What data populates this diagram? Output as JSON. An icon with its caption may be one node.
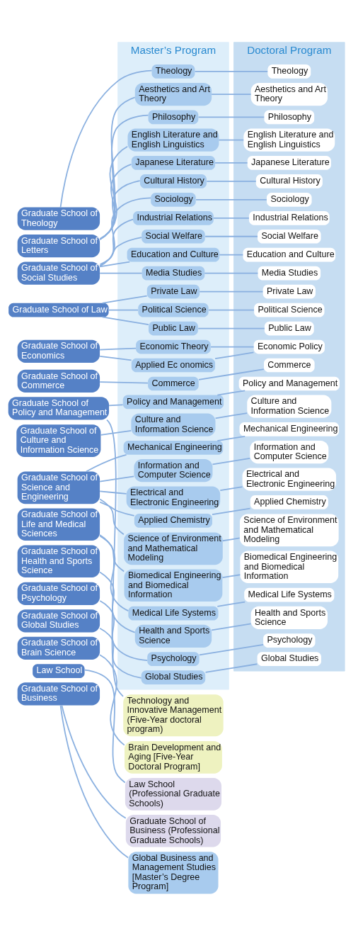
{
  "diagram": {
    "nodes": [
      {
        "text": [
          "Master’s Program"
        ]
      },
      {
        "text": [
          "Doctoral Program"
        ]
      },
      {
        "text": [
          "Graduate School of Theology"
        ]
      },
      {
        "text": [
          "Theology"
        ],
        "in": 0
      },
      {
        "text": [
          "Theology"
        ],
        "in": 1
      },
      {
        "text": [
          "Graduate School of Letters"
        ]
      },
      {
        "text": [
          "Philosophy"
        ],
        "in": 0
      },
      {
        "text": [
          "Philosophy"
        ],
        "in": 1
      },
      {
        "text": [
          "English Literature and English Linguistics"
        ],
        "in": 0
      },
      {
        "text": [
          "English Literature and English Linguistics"
        ],
        "in": 1
      },
      {
        "text": [
          "Cultural History"
        ],
        "in": 0
      },
      {
        "text": [
          "Cultural History"
        ],
        "in": 1
      },
      {
        "text": [
          "Japanese Literature"
        ],
        "in": 0
      },
      {
        "text": [
          "Japanese Literature"
        ],
        "in": 1
      },
      {
        "text": [
          "Aesthetics and Art Theory"
        ],
        "in": 0
      },
      {
        "text": [
          "Aesthetics and Art Theory"
        ],
        "in": 1
      },
      {
        "text": [
          "Graduate School of Social Studies"
        ]
      },
      {
        "text": [
          "Social Welfare"
        ],
        "in": 0
      },
      {
        "text": [
          "Social Welfare"
        ],
        "in": 1
      },
      {
        "text": [
          "Media Studies"
        ],
        "in": 0
      },
      {
        "text": [
          "Media Studies"
        ],
        "in": 1
      },
      {
        "text": [
          "Education and Culture"
        ],
        "in": 0
      },
      {
        "text": [
          "Education and Culture"
        ],
        "in": 1
      },
      {
        "text": [
          "Sociology"
        ],
        "in": 0
      },
      {
        "text": [
          "Sociology"
        ],
        "in": 1
      },
      {
        "text": [
          "Industrial Relations"
        ],
        "in": 0
      },
      {
        "text": [
          "Industrial Relations"
        ],
        "in": 1
      },
      {
        "text": [
          "Graduate School of Law"
        ]
      },
      {
        "text": [
          "Political Science"
        ],
        "in": 0
      },
      {
        "text": [
          "Political Science"
        ],
        "in": 1
      },
      {
        "text": [
          "Private Law"
        ],
        "in": 0
      },
      {
        "text": [
          "Private Law"
        ],
        "in": 1
      },
      {
        "text": [
          "Public Law"
        ],
        "in": 0
      },
      {
        "text": [
          "Public Law"
        ],
        "in": 1
      },
      {
        "text": [
          "Graduate School of Economics"
        ]
      },
      {
        "text": [
          "Economic Theory"
        ],
        "in": 0
      },
      {
        "text": [
          "Economic Policy"
        ],
        "in": 1
      },
      {
        "text": [
          "Applied Ec onomics"
        ],
        "in": 0
      },
      {
        "text": [
          "Graduate School of Commerce"
        ]
      },
      {
        "text": [
          "Commerce"
        ],
        "in": 0
      },
      {
        "text": [
          "Commerce"
        ],
        "in": 1
      },
      {
        "text": [
          "Graduate School of Policy and Management"
        ]
      },
      {
        "text": [
          "Policy and Management"
        ],
        "in": 0
      },
      {
        "text": [
          "Policy and Management"
        ],
        "in": 1
      },
      {
        "text": [
          "Technology and Innovative Management (Five-Year doctoral program)"
        ]
      },
      {
        "text": [
          "Graduate School of Culture and Information Science"
        ]
      },
      {
        "text": [
          "Culture and Information Science"
        ],
        "in": 0
      },
      {
        "text": [
          "Culture and Information Science"
        ],
        "in": 1
      },
      {
        "text": [
          "Graduate School of Science and Engineering"
        ]
      },
      {
        "text": [
          "Information and Computer Science"
        ],
        "in": 0
      },
      {
        "text": [
          "Information and Computer Science"
        ],
        "in": 1
      },
      {
        "text": [
          "Electrical and Electronic Engineering"
        ],
        "in": 0
      },
      {
        "text": [
          "Electrical and Electronic Engineering"
        ],
        "in": 1
      },
      {
        "text": [
          "Mechanical Engineering"
        ],
        "in": 0
      },
      {
        "text": [
          "Mechanical Engineering"
        ],
        "in": 1
      },
      {
        "text": [
          "Applied Chemistry"
        ],
        "in": 0
      },
      {
        "text": [
          "Applied Chemistry"
        ],
        "in": 1
      },
      {
        "text": [
          "Science of Environment and Mathematical Modeling"
        ],
        "in": 0
      },
      {
        "text": [
          "Science of Environment and Mathematical Modeling"
        ],
        "in": 1
      },
      {
        "text": [
          "Graduate School of Life and Medical Sciences"
        ]
      },
      {
        "text": [
          "Biomedical Engineering and Biomedical Information"
        ],
        "in": 0
      },
      {
        "text": [
          "Biomedical Engineering and Biomedical Information"
        ],
        "in": 1
      },
      {
        "text": [
          "Medical Life Systems"
        ],
        "in": 0
      },
      {
        "text": [
          "Medical Life Systems"
        ],
        "in": 1
      },
      {
        "text": [
          "Graduate School of Health and Sports Science"
        ]
      },
      {
        "text": [
          "Health and Sports Science"
        ],
        "in": 0
      },
      {
        "text": [
          "Health and Sports Science"
        ],
        "in": 1
      },
      {
        "text": [
          "Graduate School of Psychology"
        ]
      },
      {
        "text": [
          "Psychology"
        ],
        "in": 0
      },
      {
        "text": [
          "Psychology"
        ],
        "in": 1
      },
      {
        "text": [
          "Graduate School of Global Studies"
        ]
      },
      {
        "text": [
          "Global Studies"
        ],
        "in": 0
      },
      {
        "text": [
          "Global Studies"
        ],
        "in": 1
      },
      {
        "text": [
          "Graduate School of Brain Science"
        ]
      },
      {
        "text": [
          "Brain Development and Aging [Five-Year Doctoral Program]"
        ]
      },
      {
        "text": [
          "Law School"
        ]
      },
      {
        "text": [
          "Law School (Professional Graduate Schools)"
        ]
      },
      {
        "text": [
          "Graduate School of Business"
        ]
      },
      {
        "text": [
          "Graduate School of Business (Professional Graduate Schools)"
        ]
      },
      {
        "text": [
          "Global Business and Management Studies [Master’s Degree Program]"
        ]
      }
    ],
    "edges": [
      {
        "from": 2,
        "to": 3,
        "arrow": "none"
      },
      {
        "from": 3,
        "to": 4,
        "arrow": "none"
      },
      {
        "from": 5,
        "to": 6,
        "arrow": "none"
      },
      {
        "from": 5,
        "to": 8,
        "arrow": "none"
      },
      {
        "from": 5,
        "to": 10,
        "arrow": "none"
      },
      {
        "from": 5,
        "to": 12,
        "arrow": "none"
      },
      {
        "from": 5,
        "to": 14,
        "arrow": "none"
      },
      {
        "from": 6,
        "to": 7,
        "arrow": "none"
      },
      {
        "from": 8,
        "to": 9,
        "arrow": "none"
      },
      {
        "from": 10,
        "to": 11,
        "arrow": "none"
      },
      {
        "from": 12,
        "to": 13,
        "arrow": "none"
      },
      {
        "from": 14,
        "to": 15,
        "arrow": "none"
      },
      {
        "from": 16,
        "to": 17,
        "arrow": "none"
      },
      {
        "from": 16,
        "to": 19,
        "arrow": "none"
      },
      {
        "from": 16,
        "to": 21,
        "arrow": "none"
      },
      {
        "from": 16,
        "to": 23,
        "arrow": "none"
      },
      {
        "from": 16,
        "to": 25,
        "arrow": "none"
      },
      {
        "from": 17,
        "to": 18,
        "arrow": "none"
      },
      {
        "from": 19,
        "to": 20,
        "arrow": "none"
      },
      {
        "from": 21,
        "to": 22,
        "arrow": "none"
      },
      {
        "from": 23,
        "to": 24,
        "arrow": "none"
      },
      {
        "from": 25,
        "to": 26,
        "arrow": "none"
      },
      {
        "from": 27,
        "to": 28,
        "arrow": "none"
      },
      {
        "from": 27,
        "to": 30,
        "arrow": "none"
      },
      {
        "from": 27,
        "to": 32,
        "arrow": "none"
      },
      {
        "from": 28,
        "to": 29,
        "arrow": "none"
      },
      {
        "from": 30,
        "to": 31,
        "arrow": "none"
      },
      {
        "from": 32,
        "to": 33,
        "arrow": "none"
      },
      {
        "from": 34,
        "to": 35,
        "arrow": "none"
      },
      {
        "from": 34,
        "to": 37,
        "arrow": "none"
      },
      {
        "from": 35,
        "to": 36,
        "arrow": "none"
      },
      {
        "from": 37,
        "to": 36,
        "arrow": "none"
      },
      {
        "from": 38,
        "to": 39,
        "arrow": "none"
      },
      {
        "from": 39,
        "to": 40,
        "arrow": "none"
      },
      {
        "from": 41,
        "to": 42,
        "arrow": "none"
      },
      {
        "from": 41,
        "to": 44,
        "arrow": "none"
      },
      {
        "from": 42,
        "to": 43,
        "arrow": "none"
      },
      {
        "from": 45,
        "to": 46,
        "arrow": "none"
      },
      {
        "from": 46,
        "to": 47,
        "arrow": "none"
      },
      {
        "from": 48,
        "to": 49,
        "arrow": "none"
      },
      {
        "from": 48,
        "to": 51,
        "arrow": "none"
      },
      {
        "from": 48,
        "to": 53,
        "arrow": "none"
      },
      {
        "from": 48,
        "to": 55,
        "arrow": "none"
      },
      {
        "from": 48,
        "to": 57,
        "arrow": "none"
      },
      {
        "from": 49,
        "to": 50,
        "arrow": "none"
      },
      {
        "from": 51,
        "to": 52,
        "arrow": "none"
      },
      {
        "from": 53,
        "to": 54,
        "arrow": "none"
      },
      {
        "from": 55,
        "to": 56,
        "arrow": "none"
      },
      {
        "from": 57,
        "to": 58,
        "arrow": "none"
      },
      {
        "from": 59,
        "to": 60,
        "arrow": "none"
      },
      {
        "from": 59,
        "to": 62,
        "arrow": "none"
      },
      {
        "from": 60,
        "to": 61,
        "arrow": "none"
      },
      {
        "from": 62,
        "to": 63,
        "arrow": "none"
      },
      {
        "from": 64,
        "to": 65,
        "arrow": "none"
      },
      {
        "from": 65,
        "to": 66,
        "arrow": "none"
      },
      {
        "from": 67,
        "to": 68,
        "arrow": "none"
      },
      {
        "from": 68,
        "to": 69,
        "arrow": "none"
      },
      {
        "from": 70,
        "to": 71,
        "arrow": "none"
      },
      {
        "from": 71,
        "to": 72,
        "arrow": "none"
      },
      {
        "from": 73,
        "to": 74,
        "arrow": "none"
      },
      {
        "from": 75,
        "to": 76,
        "arrow": "none"
      },
      {
        "from": 77,
        "to": 78,
        "arrow": "none"
      },
      {
        "from": 77,
        "to": 79,
        "arrow": "none"
      }
    ]
  }
}
